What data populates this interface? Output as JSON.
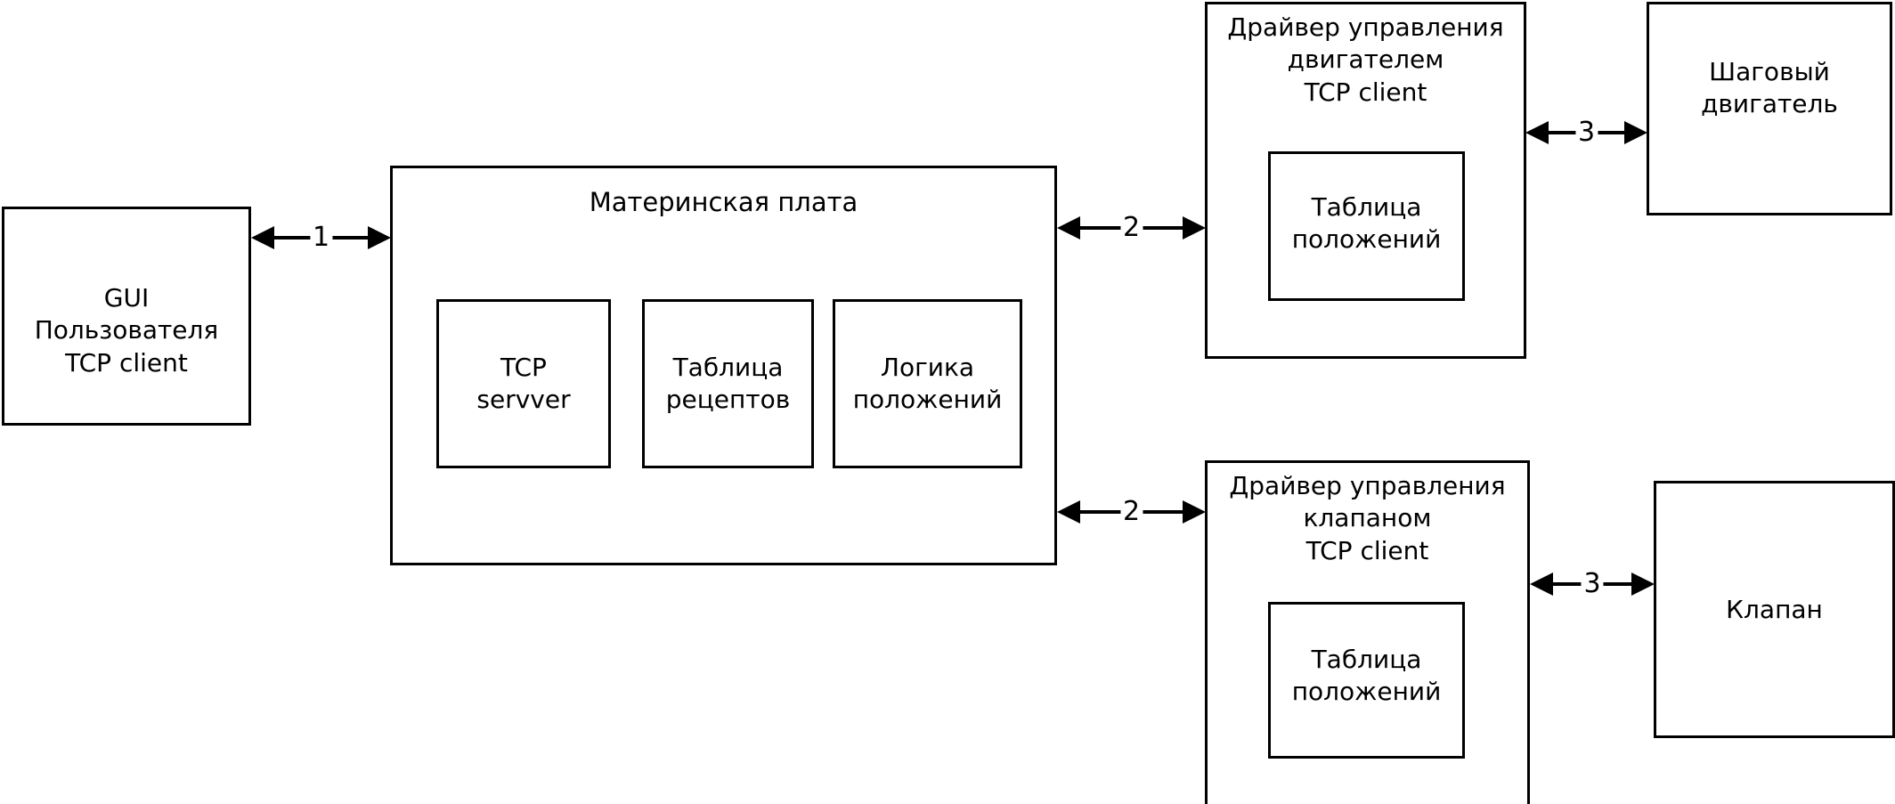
{
  "diagram": {
    "title": "System architecture block diagram",
    "background_color": "#ffffff",
    "line_color": "#000000",
    "nodes": {
      "gui": {
        "label": "GUI\nПользователя\nTCP client",
        "line1": "GUI",
        "line2": "Пользователя",
        "line3": "TCP client"
      },
      "motherboard": {
        "label": "Материнская плата",
        "children": {
          "tcp_server": {
            "label": "TCP\nservver"
          },
          "recipe_table": {
            "label": "Таблица\nрецептов"
          },
          "position_logic": {
            "label": "Логика\nположений"
          }
        }
      },
      "motor_driver": {
        "label": "Драйвер управления\nдвигателем\nTCP client",
        "children": {
          "position_table": {
            "label": "Таблица\nположений"
          }
        }
      },
      "valve_driver": {
        "label": "Драйвер управления\nклапаном\nTCP client",
        "children": {
          "position_table": {
            "label": "Таблица\nположений"
          }
        }
      },
      "stepper_motor": {
        "label": "Шаговый\nдвигатель"
      },
      "valve": {
        "label": "Клапан"
      }
    },
    "connectors": [
      {
        "id": "gui-motherboard",
        "label": "1",
        "from": "gui",
        "to": "motherboard",
        "type": "double-arrow"
      },
      {
        "id": "motherboard-motor-driver",
        "label": "2",
        "from": "motherboard",
        "to": "motor_driver",
        "type": "double-arrow"
      },
      {
        "id": "motherboard-valve-driver",
        "label": "2",
        "from": "motherboard",
        "to": "valve_driver",
        "type": "double-arrow"
      },
      {
        "id": "motor-driver-stepper",
        "label": "3",
        "from": "motor_driver",
        "to": "stepper_motor",
        "type": "double-arrow"
      },
      {
        "id": "valve-driver-valve",
        "label": "3",
        "from": "valve_driver",
        "to": "valve",
        "type": "double-arrow"
      }
    ]
  }
}
